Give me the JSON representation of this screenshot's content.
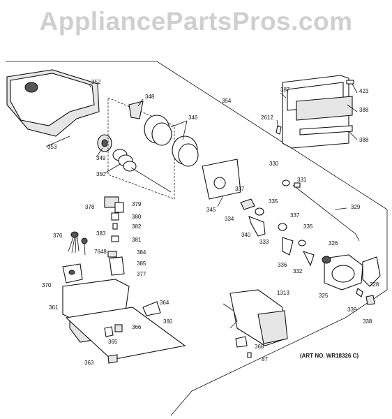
{
  "watermark": "AppliancePartsPros.com",
  "art_number": "(ART NO. WR18326 C)",
  "callouts": [
    "352",
    "348",
    "346",
    "354",
    "387",
    "423",
    "388",
    "2612",
    "388",
    "353",
    "349",
    "350",
    "330",
    "331",
    "329",
    "345",
    "334",
    "337",
    "335",
    "337",
    "378",
    "379",
    "380",
    "382",
    "381",
    "384",
    "385",
    "377",
    "376",
    "383",
    "7648",
    "340",
    "333",
    "335",
    "326",
    "336",
    "332",
    "325",
    "328",
    "339",
    "338",
    "370",
    "361",
    "364",
    "366",
    "360",
    "365",
    "363",
    "1313",
    "368",
    "87"
  ]
}
